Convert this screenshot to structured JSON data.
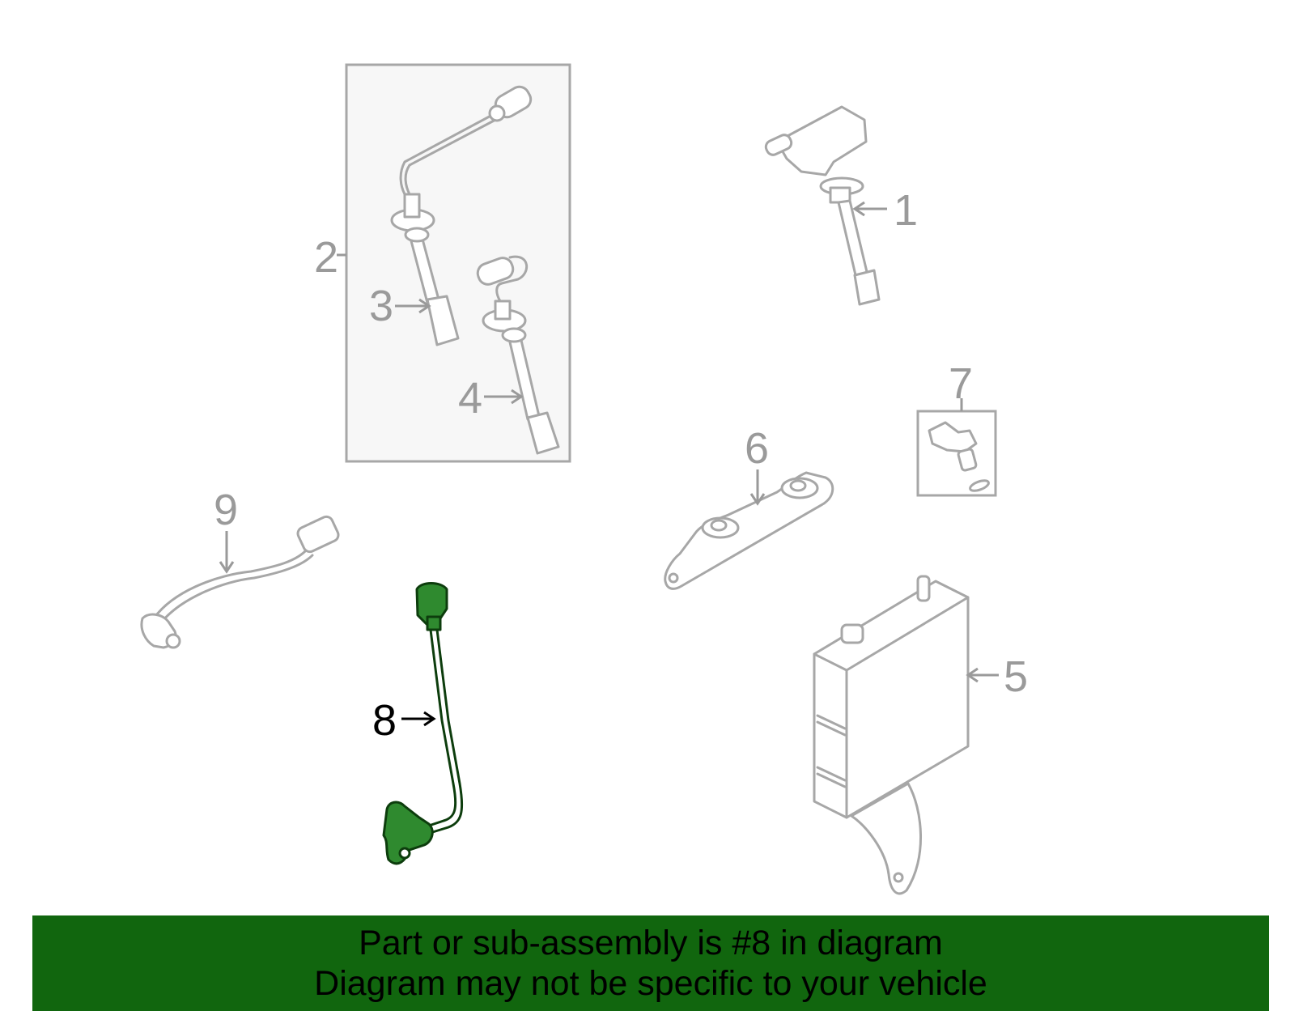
{
  "callouts": {
    "c1": "1",
    "c2": "2",
    "c3": "3",
    "c4": "4",
    "c5": "5",
    "c6": "6",
    "c7": "7",
    "c8": "8",
    "c9": "9"
  },
  "highlighted_part": "8",
  "colors": {
    "banner_bg": "#11660e",
    "highlight_part": "#2f8a2f",
    "part_outline": "#a7a7a7",
    "kit_box_fill": "#f7f7f7"
  },
  "banner": {
    "line1": "Part or sub-assembly is #8 in diagram",
    "line2": "Diagram may not be specific to your vehicle"
  }
}
